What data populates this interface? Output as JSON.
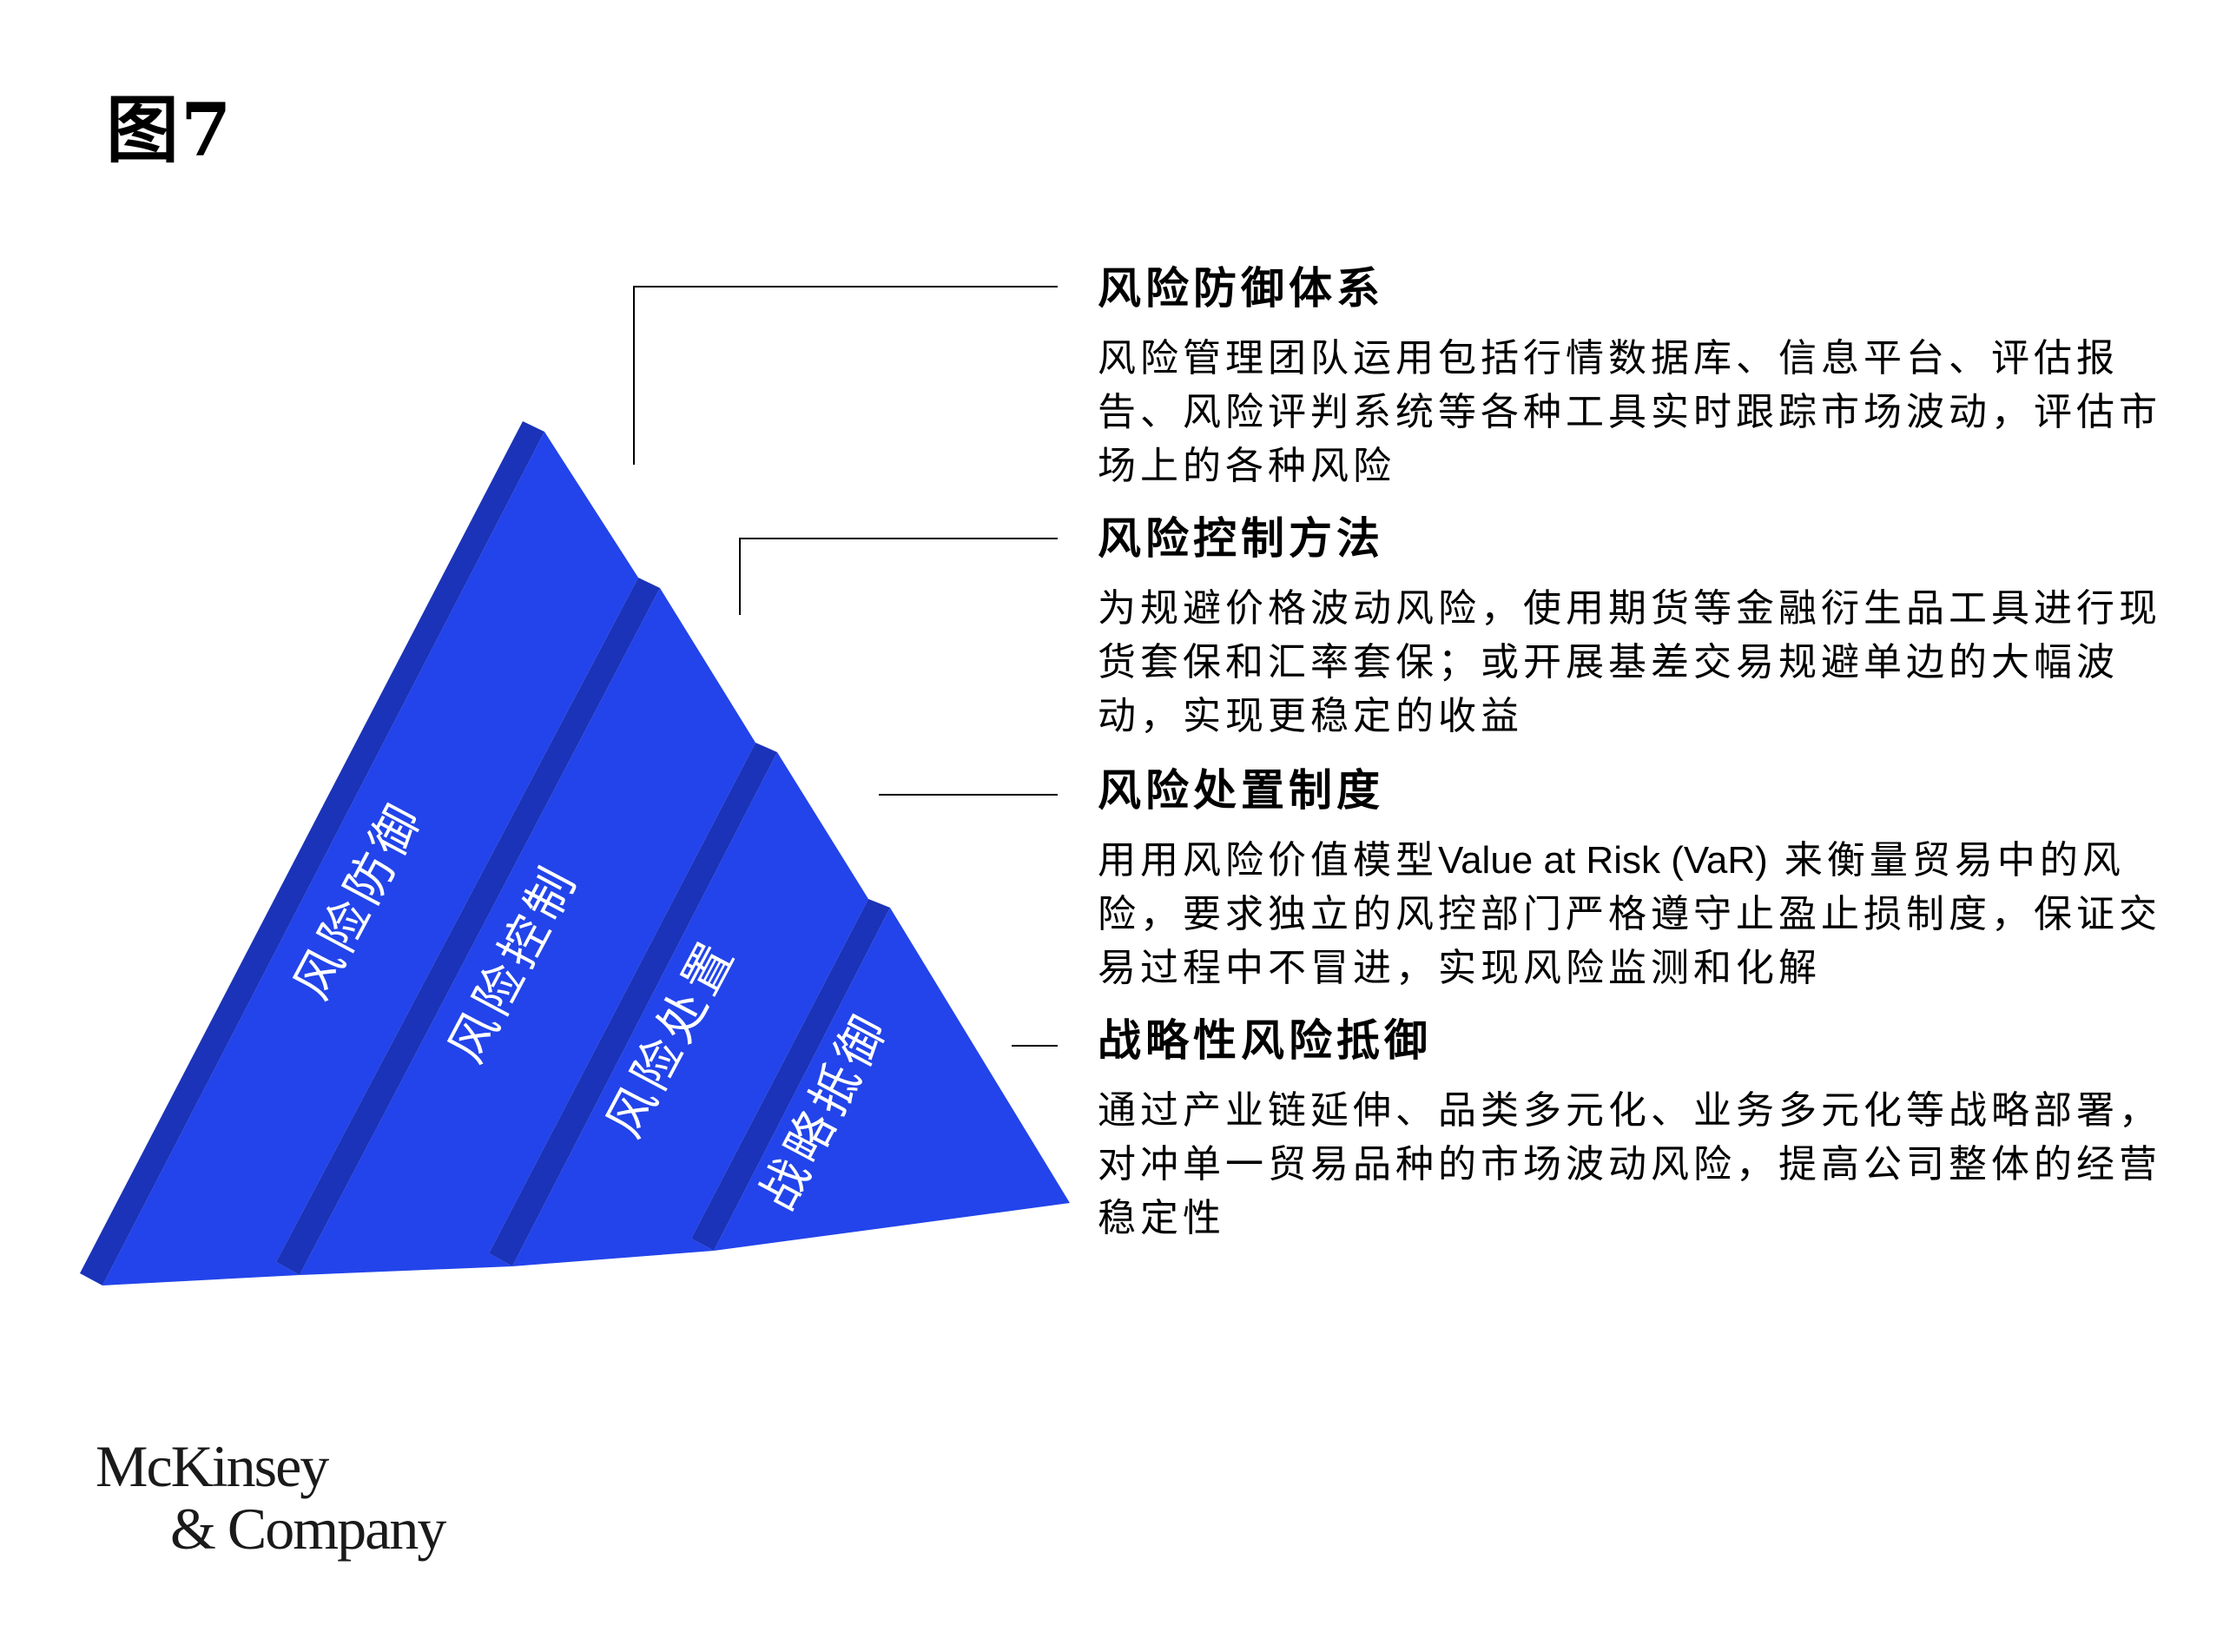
{
  "figure_label": "图7",
  "pyramid": {
    "colors": {
      "face": "#2244ea",
      "side": "#1b33b8",
      "text": "#ffffff",
      "connector": "#000000"
    },
    "tiers": [
      {
        "label": "风险防御"
      },
      {
        "label": "风险控制"
      },
      {
        "label": "风险处置"
      },
      {
        "label": "战略抵御"
      }
    ]
  },
  "sections": [
    {
      "title": "风险防御体系",
      "description": "风险管理团队运用包括行情数据库、信息平台、评估报告、风险评判系统等各种工具实时跟踪市场波动，评估市场上的各种风险"
    },
    {
      "title": "风险控制方法",
      "description": "为规避价格波动风险，使用期货等金融衍生品工具进行现货套保和汇率套保；或开展基差交易规避单边的大幅波动，实现更稳定的收益"
    },
    {
      "title": "风险处置制度",
      "description_before": "用用风险价值模型",
      "description_latin": "Value at Risk (VaR)",
      "description_after": " 来衡量贸易中的风险，要求独立的风控部门严格遵守止盈止损制度，保证交易过程中不冒进，实现风险监测和化解"
    },
    {
      "title": "战略性风险抵御",
      "description": "通过产业链延伸、品类多元化、业务多元化等战略部署，对冲单一贸易品种的市场波动风险，提高公司整体的经营稳定性"
    }
  ],
  "logo": {
    "line1": "McKinsey",
    "line2": "& Company"
  }
}
